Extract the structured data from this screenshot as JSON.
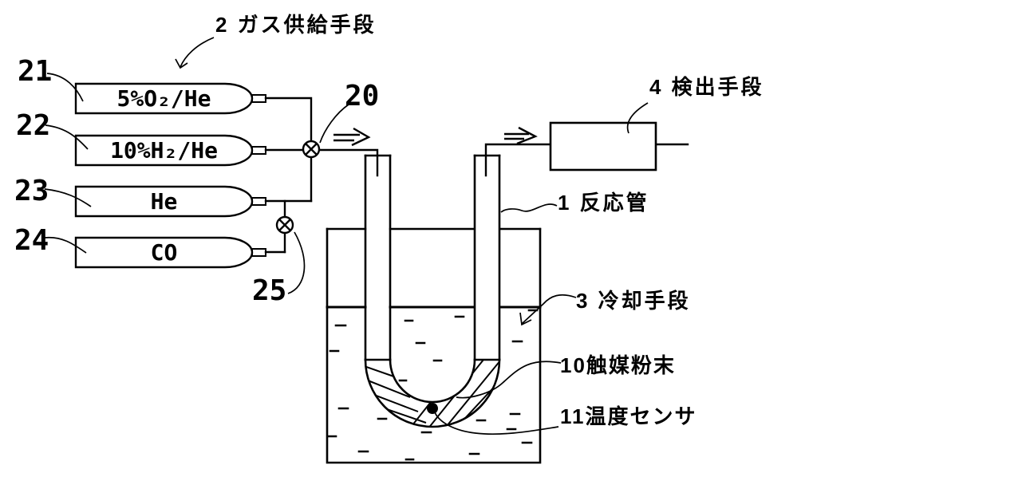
{
  "figure": {
    "colors": {
      "ink": "#000000",
      "background": "#ffffff"
    },
    "labels": {
      "gas_supply": "2 ガス供給手段",
      "detector": "4 検出手段",
      "reaction_tube": "1 反応管",
      "cooling": "3 冷却手段",
      "catalyst_powder": "10触媒粉末",
      "temperature_sensor": "11温度センサ",
      "mixing_valve_ref": "20",
      "co_valve_ref": "25"
    },
    "cylinders": [
      {
        "ref": "21",
        "gas": "5%O₂/He"
      },
      {
        "ref": "22",
        "gas": "10%H₂/He"
      },
      {
        "ref": "23",
        "gas": "He"
      },
      {
        "ref": "24",
        "gas": "CO"
      }
    ]
  }
}
